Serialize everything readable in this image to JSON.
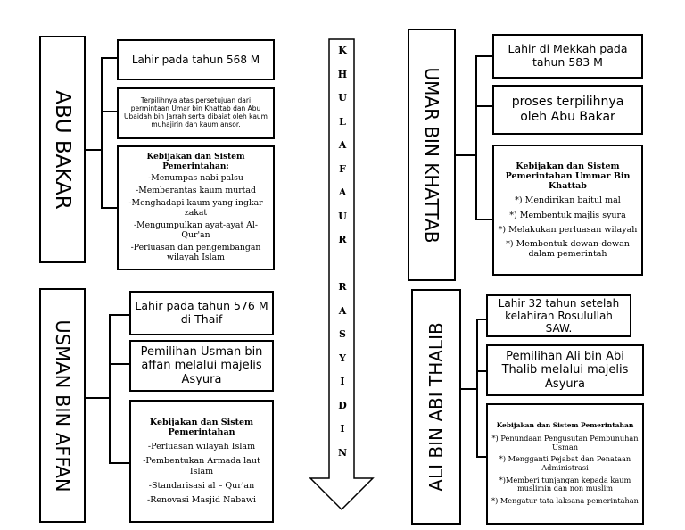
{
  "center": {
    "letters": [
      "K",
      "H",
      "U",
      "L",
      "A",
      "F",
      "A",
      "U",
      "R",
      "",
      "R",
      "A",
      "S",
      "Y",
      "I",
      "D",
      "I",
      "N"
    ]
  },
  "abu_bakar": {
    "title": "ABU BAKAR",
    "born": "Lahir pada tahun 568 M",
    "election": "Terpilihnya  atas persetujuan dari permintaan Umar bin Khattab dan Abu Ubaidah bin Jarrah serta dibaiat oleh kaum muhajirin dan kaum ansor.",
    "policy_heading": "Kebijakan dan Sistem Pemerintahan:",
    "policies": [
      "-Menumpas nabi palsu",
      "-Memberantas kaum murtad",
      "-Menghadapi kaum yang ingkar zakat",
      "-Mengumpulkan ayat-ayat Al-Qur'an",
      "-Perluasan dan pengembangan wilayah Islam"
    ]
  },
  "umar": {
    "title": "UMAR BIN KHATTAB",
    "born": "Lahir di Mekkah pada tahun 583 M",
    "election": "proses terpilihnya oleh Abu Bakar",
    "policy_heading": "Kebijakan dan Sistem Pemerintahan Ummar Bin Khattab",
    "policies": [
      "*) Mendirikan baitul mal",
      "*) Membentuk majlis syura",
      "*) Melakukan perluasan wilayah",
      "*) Membentuk dewan-dewan dalam pemerintah"
    ]
  },
  "usman": {
    "title": "USMAN BIN AFFAN",
    "born": "Lahir pada tahun 576 M di Thaif",
    "election": "Pemilihan Usman bin affan melalui majelis Asyura",
    "policy_heading": "Kebijakan dan Sistem Pemerintahan",
    "policies": [
      "-Perluasan wilayah Islam",
      "-Pembentukan Armada laut Islam",
      "-Standarisasi  al – Qur'an",
      "-Renovasi Masjid Nabawi"
    ]
  },
  "ali": {
    "title": "ALI BIN ABI THALIB",
    "born": "Lahir 32 tahun setelah kelahiran Rosulullah SAW.",
    "election": "Pemilihan Ali bin Abi Thalib melalui majelis Asyura",
    "policy_heading": "Kebijakan dan Sistem Pemerintahan",
    "policies": [
      "*) Penundaan Pengusutan Pembunuhan Usman",
      "*) Mengganti Pejabat dan Penataan Administrasi",
      "*)Memberi tunjangan kepada kaum muslimin dan non muslim",
      "*) Mengatur tata laksana pemerintahan"
    ]
  }
}
